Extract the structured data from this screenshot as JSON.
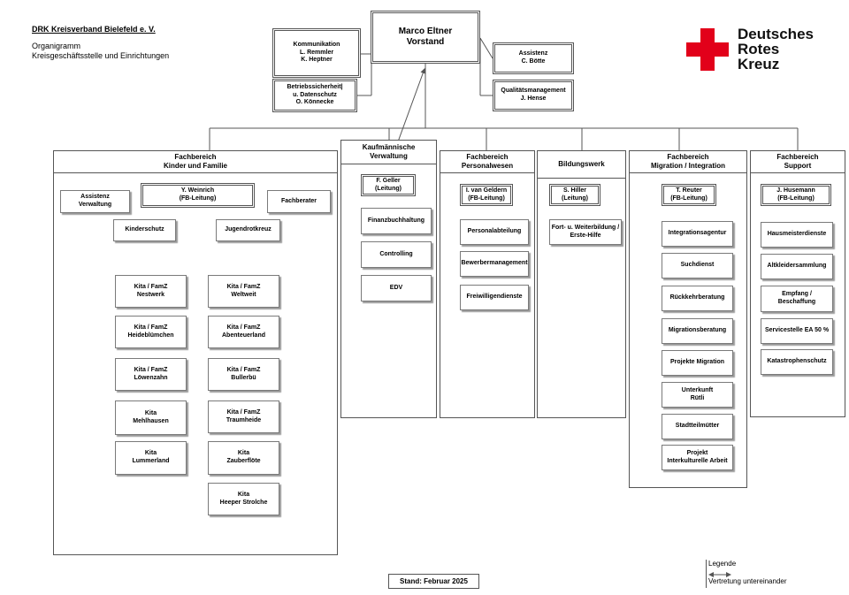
{
  "header": {
    "org_name": "DRK Kreisverband Bielefeld e. V.",
    "doc_title": "Organigramm",
    "doc_subtitle": "Kreisgeschäftsstelle und Einrichtungen"
  },
  "logo": {
    "line1": "Deutsches",
    "line2": "Rotes",
    "line3": "Kreuz",
    "cross_color": "#e2001a"
  },
  "top": {
    "ceo_name": "Marco Eltner",
    "ceo_role": "Vorstand",
    "kommunikation": [
      "Kommunikation",
      "L. Remmler",
      "K. Heptner"
    ],
    "sicherheit": [
      "Betriebssicherheit|",
      "u. Datenschutz",
      "O. Könnecke"
    ],
    "assistenz": [
      "Assistenz",
      "C. Bötte"
    ],
    "qualitaet": [
      "Qualitätsmanagement",
      "J. Hense"
    ]
  },
  "kinder": {
    "title": [
      "Fachbereich",
      "Kinder und Familie"
    ],
    "lead": [
      "Y. Weinrich",
      "(FB-Leitung)"
    ],
    "assistenz": [
      "Assistenz",
      "Verwaltung"
    ],
    "berater": "Fachberater",
    "kinderschutz": "Kinderschutz",
    "jugendrotkreuz": "Jugendrotkreuz",
    "kitas_left": [
      [
        "Kita / FamZ",
        "Nestwerk"
      ],
      [
        "Kita / FamZ",
        "Heideblümchen"
      ],
      [
        "Kita / FamZ",
        "Löwenzahn"
      ],
      [
        "Kita",
        "Mehlhausen"
      ],
      [
        "Kita",
        "Lummerland"
      ]
    ],
    "kitas_right": [
      [
        "Kita / FamZ",
        "Weltweit"
      ],
      [
        "Kita / FamZ",
        "Abenteuerland"
      ],
      [
        "Kita / FamZ",
        "Bullerbü"
      ],
      [
        "Kita / FamZ",
        "Traumheide"
      ],
      [
        "Kita",
        "Zauberflöte"
      ],
      [
        "Kita",
        "Heeper Strolche"
      ]
    ]
  },
  "kaufm": {
    "title": [
      "Kaufmännische",
      "Verwaltung"
    ],
    "lead": [
      "F. Geller",
      "(Leitung)"
    ],
    "items": [
      "Finanzbuchhaltung",
      "Controlling",
      "EDV"
    ]
  },
  "personal": {
    "title": [
      "Fachbereich",
      "Personalwesen"
    ],
    "lead": [
      "I. van Geldern",
      "(FB-Leitung)"
    ],
    "items": [
      "Personalabteilung",
      "Bewerbermanagement",
      "Freiwilligendienste"
    ]
  },
  "bildung": {
    "title": [
      "Bildungswerk"
    ],
    "lead": [
      "S. Hiller",
      "(Leitung)"
    ],
    "items": [
      [
        "Fort- u. Weiterbildung /",
        "Erste-Hilfe"
      ]
    ]
  },
  "migration": {
    "title": [
      "Fachbereich",
      "Migration / Integration"
    ],
    "lead": [
      "T. Reuter",
      "(FB-Leitung)"
    ],
    "items": [
      [
        "Integrationsagentur"
      ],
      [
        "Suchdienst"
      ],
      [
        "Rückkehrberatung"
      ],
      [
        "Migrationsberatung"
      ],
      [
        "Projekte Migration"
      ],
      [
        "Unterkunft",
        "Rütli"
      ],
      [
        "Stadtteilmütter"
      ],
      [
        "Projekt",
        "Interkulturelle Arbeit"
      ]
    ]
  },
  "support": {
    "title": [
      "Fachbereich",
      "Support"
    ],
    "lead": [
      "J. Husemann",
      "(FB-Leitung)"
    ],
    "items": [
      [
        "Hausmeisterdienste"
      ],
      [
        "Altkleidersammlung"
      ],
      [
        "Empfang /",
        "Beschaffung"
      ],
      [
        "Servicestelle EA 50 %"
      ],
      [
        "Katastrophenschutz"
      ]
    ]
  },
  "footer": {
    "stand": "Stand: Februar 2025",
    "legend_title": "Legende",
    "legend_text": "Vertretung untereinander"
  }
}
